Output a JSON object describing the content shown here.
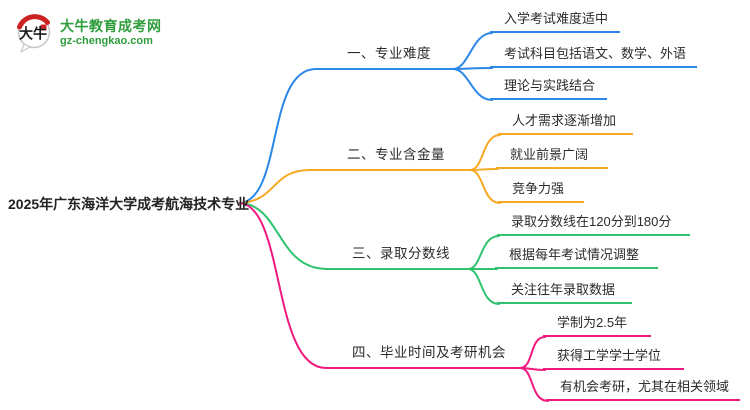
{
  "logo": {
    "icon_text": "大牛",
    "site_name": "大牛教育成考网",
    "domain": "gz-chengkao.com",
    "brand_color": "#2F9D3C",
    "icon_red": "#CC2222"
  },
  "root": {
    "label": "2025年广东海洋大学成考航海技术专业"
  },
  "branches": [
    {
      "label": "一、专业难度",
      "color": "#2B87E8",
      "leaves": [
        "入学考试难度适中",
        "考试科目包括语文、数学、外语",
        "理论与实践结合"
      ]
    },
    {
      "label": "二、专业含金量",
      "color": "#F7A823",
      "leaves": [
        "人才需求逐渐增加",
        "就业前景广阔",
        "竞争力强"
      ]
    },
    {
      "label": "三、录取分数线",
      "color": "#2FC36F",
      "leaves": [
        "录取分数线在120分到180分",
        "根据每年考试情况调整",
        "关注往年录取数据"
      ]
    },
    {
      "label": "四、毕业时间及考研机会",
      "color": "#F1187F",
      "leaves": [
        "学制为2.5年",
        "获得工学学士学位",
        "有机会考研，尤其在相关领域"
      ]
    }
  ],
  "text_color": "#2B2B2B",
  "background": "#FFFFFF"
}
